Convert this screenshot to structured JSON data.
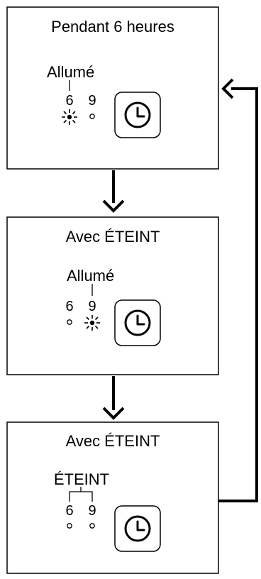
{
  "panels": [
    {
      "title": "Pendant 6 heures",
      "status": "Allumé",
      "num6": "6",
      "num9": "9",
      "active": "6"
    },
    {
      "title": "Avec ÉTEINT",
      "status": "Allumé",
      "num6": "6",
      "num9": "9",
      "active": "9"
    },
    {
      "title": "Avec ÉTEINT",
      "status": "ÉTEINT",
      "num6": "6",
      "num9": "9",
      "active": "none"
    }
  ],
  "icons": {
    "timer_button": "clock-icon",
    "lit_indicator": "blinking-led-icon",
    "off_indicator": "unlit-led-icon"
  },
  "colors": {
    "stroke": "#000000",
    "background": "#ffffff"
  }
}
